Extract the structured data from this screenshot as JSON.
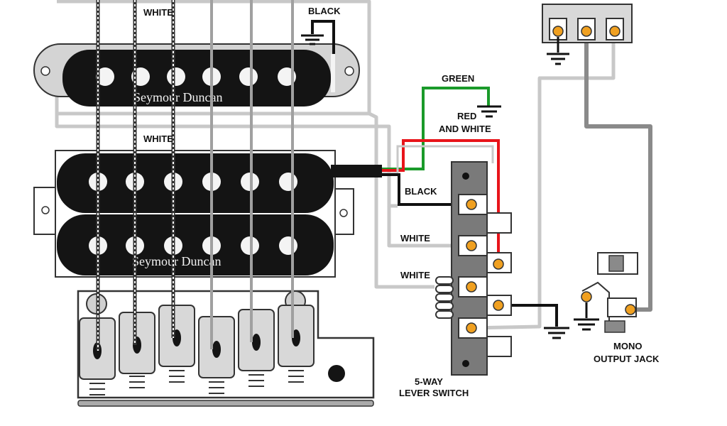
{
  "labels": {
    "white_top": "WHITE",
    "black_top": "BLACK",
    "white_mid": "WHITE",
    "green": "GREEN",
    "red_white_1": "RED",
    "red_white_2": "AND WHITE",
    "black_switch": "BLACK",
    "white_switch_1": "WHITE",
    "white_switch_2": "WHITE",
    "switch_1": "5-WAY",
    "switch_2": "LEVER SWITCH",
    "jack_1": "MONO",
    "jack_2": "OUTPUT JACK"
  },
  "brands": {
    "single_coil": "Seymour Duncan",
    "humbucker": "Seymour Duncan"
  },
  "colors": {
    "wire_gray": "#c8c8c8",
    "wire_dark_gray": "#8a8a8a",
    "wire_black": "#111111",
    "wire_red": "#e8141a",
    "wire_green": "#1a9a2a",
    "pickup_body": "#141414",
    "terminal": "#f0a020",
    "switch_body": "#7a7a7a"
  }
}
